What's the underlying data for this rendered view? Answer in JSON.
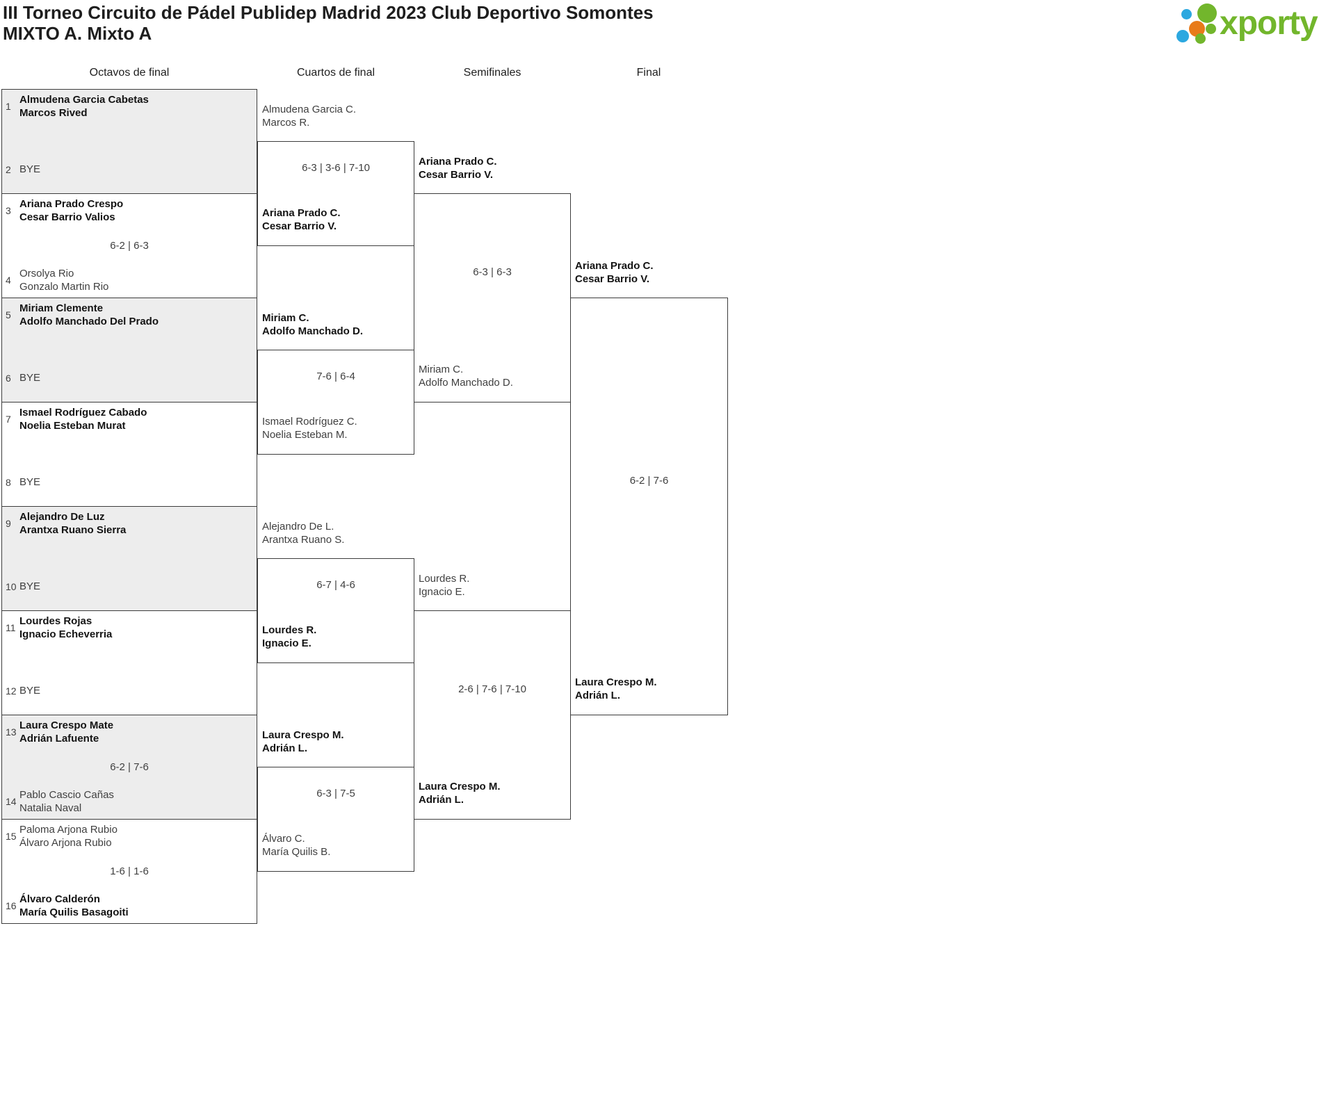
{
  "header": {
    "title": "III Torneo Circuito de Pádel Publidep Madrid 2023 Club Deportivo Somontes",
    "subtitle": "MIXTO A. Mixto A"
  },
  "logo": {
    "wordmark": "xporty",
    "colors": {
      "green": "#72b62c",
      "blue": "#2ca8e0",
      "orange": "#e87b1a"
    }
  },
  "columns": [
    "Octavos de final",
    "Cuartos de final",
    "Semifinales",
    "Final"
  ],
  "colors": {
    "shaded_box": "#ededed",
    "border": "#3c3c3c",
    "winner_text": "#141414",
    "regular_text": "#3f3f3f"
  },
  "bracket": {
    "round_of_16": [
      {
        "shaded": true,
        "score": "",
        "top": {
          "seed": "1",
          "names": [
            "Almudena Garcia Cabetas",
            "Marcos Rived"
          ],
          "winner": true
        },
        "bottom": {
          "seed": "2",
          "names": [
            "BYE"
          ],
          "winner": false
        }
      },
      {
        "shaded": false,
        "score": "6-2 | 6-3",
        "top": {
          "seed": "3",
          "names": [
            "Ariana Prado Crespo",
            "Cesar Barrio Valios"
          ],
          "winner": true
        },
        "bottom": {
          "seed": "4",
          "names": [
            "Orsolya Rio",
            "Gonzalo Martin Rio"
          ],
          "winner": false
        }
      },
      {
        "shaded": true,
        "score": "",
        "top": {
          "seed": "5",
          "names": [
            "Miriam Clemente",
            "Adolfo Manchado Del Prado"
          ],
          "winner": true
        },
        "bottom": {
          "seed": "6",
          "names": [
            "BYE"
          ],
          "winner": false
        }
      },
      {
        "shaded": false,
        "score": "",
        "top": {
          "seed": "7",
          "names": [
            "Ismael Rodríguez Cabado",
            "Noelia Esteban Murat"
          ],
          "winner": true
        },
        "bottom": {
          "seed": "8",
          "names": [
            "BYE"
          ],
          "winner": false
        }
      },
      {
        "shaded": true,
        "score": "",
        "top": {
          "seed": "9",
          "names": [
            "Alejandro De Luz",
            "Arantxa Ruano Sierra"
          ],
          "winner": true
        },
        "bottom": {
          "seed": "10",
          "names": [
            "BYE"
          ],
          "winner": false
        }
      },
      {
        "shaded": false,
        "score": "",
        "top": {
          "seed": "11",
          "names": [
            "Lourdes Rojas",
            "Ignacio Echeverria"
          ],
          "winner": true
        },
        "bottom": {
          "seed": "12",
          "names": [
            "BYE"
          ],
          "winner": false
        }
      },
      {
        "shaded": true,
        "score": "6-2 | 7-6",
        "top": {
          "seed": "13",
          "names": [
            "Laura Crespo Mate",
            "Adrián Lafuente"
          ],
          "winner": true
        },
        "bottom": {
          "seed": "14",
          "names": [
            "Pablo Cascio Cañas",
            "Natalia Naval"
          ],
          "winner": false
        }
      },
      {
        "shaded": false,
        "score": "1-6 | 1-6",
        "top": {
          "seed": "15",
          "names": [
            "Paloma Arjona Rubio",
            "Álvaro Arjona Rubio"
          ],
          "winner": false
        },
        "bottom": {
          "seed": "16",
          "names": [
            "Álvaro Calderón",
            "María Quilis Basagoiti"
          ],
          "winner": true
        }
      }
    ],
    "quarterfinals": [
      {
        "score": "6-3 | 3-6 | 7-10",
        "top": {
          "names": [
            "Almudena Garcia C.",
            "Marcos R."
          ],
          "winner": false
        },
        "bottom": {
          "names": [
            "Ariana Prado C.",
            "Cesar Barrio V."
          ],
          "winner": true
        }
      },
      {
        "score": "7-6 | 6-4",
        "top": {
          "names": [
            "Miriam C.",
            "Adolfo Manchado D."
          ],
          "winner": true
        },
        "bottom": {
          "names": [
            "Ismael Rodríguez C.",
            "Noelia Esteban M."
          ],
          "winner": false
        }
      },
      {
        "score": "6-7 | 4-6",
        "top": {
          "names": [
            "Alejandro De L.",
            "Arantxa Ruano S."
          ],
          "winner": false
        },
        "bottom": {
          "names": [
            "Lourdes R.",
            "Ignacio E."
          ],
          "winner": true
        }
      },
      {
        "score": "6-3 | 7-5",
        "top": {
          "names": [
            "Laura Crespo M.",
            "Adrián L."
          ],
          "winner": true
        },
        "bottom": {
          "names": [
            "Álvaro C.",
            "María Quilis B."
          ],
          "winner": false
        }
      }
    ],
    "semifinals": [
      {
        "score": "6-3 | 6-3",
        "top": {
          "names": [
            "Ariana Prado C.",
            "Cesar Barrio V."
          ],
          "winner": true
        },
        "bottom": {
          "names": [
            "Miriam C.",
            "Adolfo Manchado D."
          ],
          "winner": false
        }
      },
      {
        "score": "2-6 | 7-6 | 7-10",
        "top": {
          "names": [
            "Lourdes R.",
            "Ignacio E."
          ],
          "winner": false
        },
        "bottom": {
          "names": [
            "Laura Crespo M.",
            "Adrián L."
          ],
          "winner": true
        }
      }
    ],
    "final": [
      {
        "score": "6-2 | 7-6",
        "top": {
          "names": [
            "Ariana Prado C.",
            "Cesar Barrio V."
          ],
          "winner": true
        },
        "bottom": {
          "names": [
            "Laura Crespo M.",
            "Adrián L."
          ],
          "winner": true
        }
      }
    ]
  }
}
